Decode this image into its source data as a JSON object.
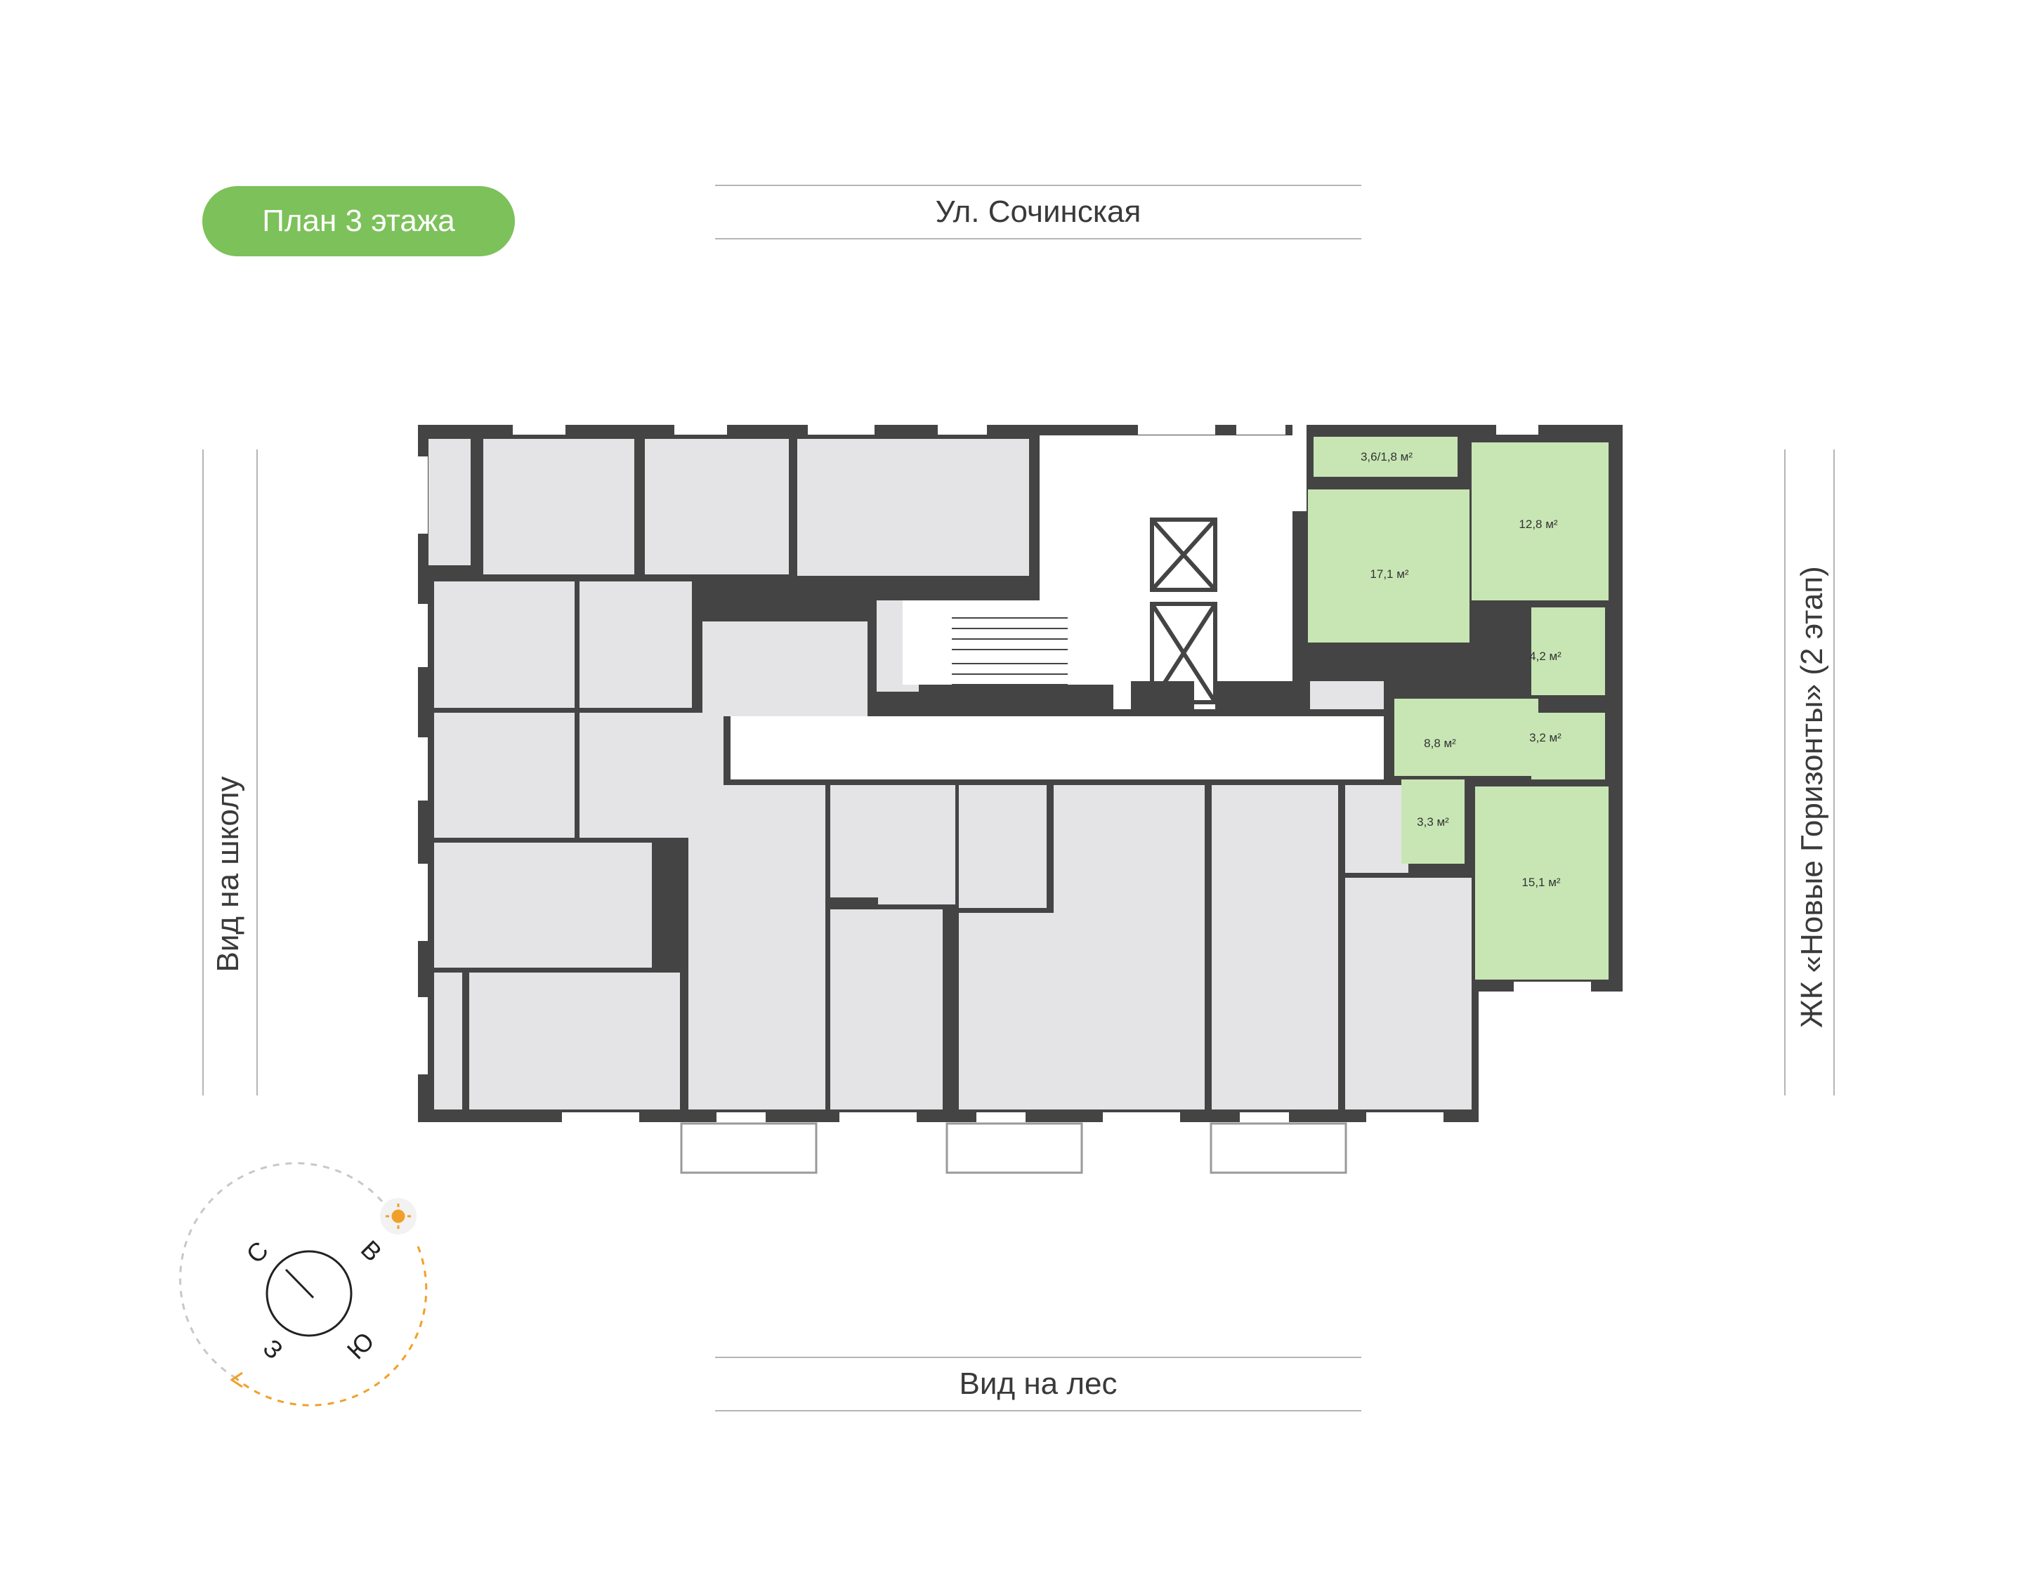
{
  "floor_badge": "План 3 этажа",
  "street_top": "Ул. Сочинская",
  "view_bottom": "Вид на лес",
  "view_left": "Вид на школу",
  "complex_right": "ЖК «Новые Горизонты» (2 этап)",
  "colors": {
    "accent_green": "#7cc15a",
    "apartment_fill": "#c8e6b4",
    "wall": "#444444",
    "unit_fill": "#e4e4e6",
    "sun_orange": "#f0a028"
  },
  "highlighted_apartment": {
    "rooms": [
      {
        "id": "balcony",
        "label": "3,6/1,8 м²"
      },
      {
        "id": "kitchen",
        "label": "17,1 м²"
      },
      {
        "id": "bedroom-1",
        "label": "12,8 м²"
      },
      {
        "id": "bath",
        "label": "4,2 м²"
      },
      {
        "id": "hall",
        "label": "8,8 м²"
      },
      {
        "id": "wc",
        "label": "3,2 м²"
      },
      {
        "id": "storage",
        "label": "3,3 м²"
      },
      {
        "id": "bedroom-2",
        "label": "15,1 м²"
      }
    ]
  },
  "compass": {
    "north": "С",
    "east": "В",
    "south": "Ю",
    "west": "З",
    "sun_icon": "sun-icon"
  }
}
